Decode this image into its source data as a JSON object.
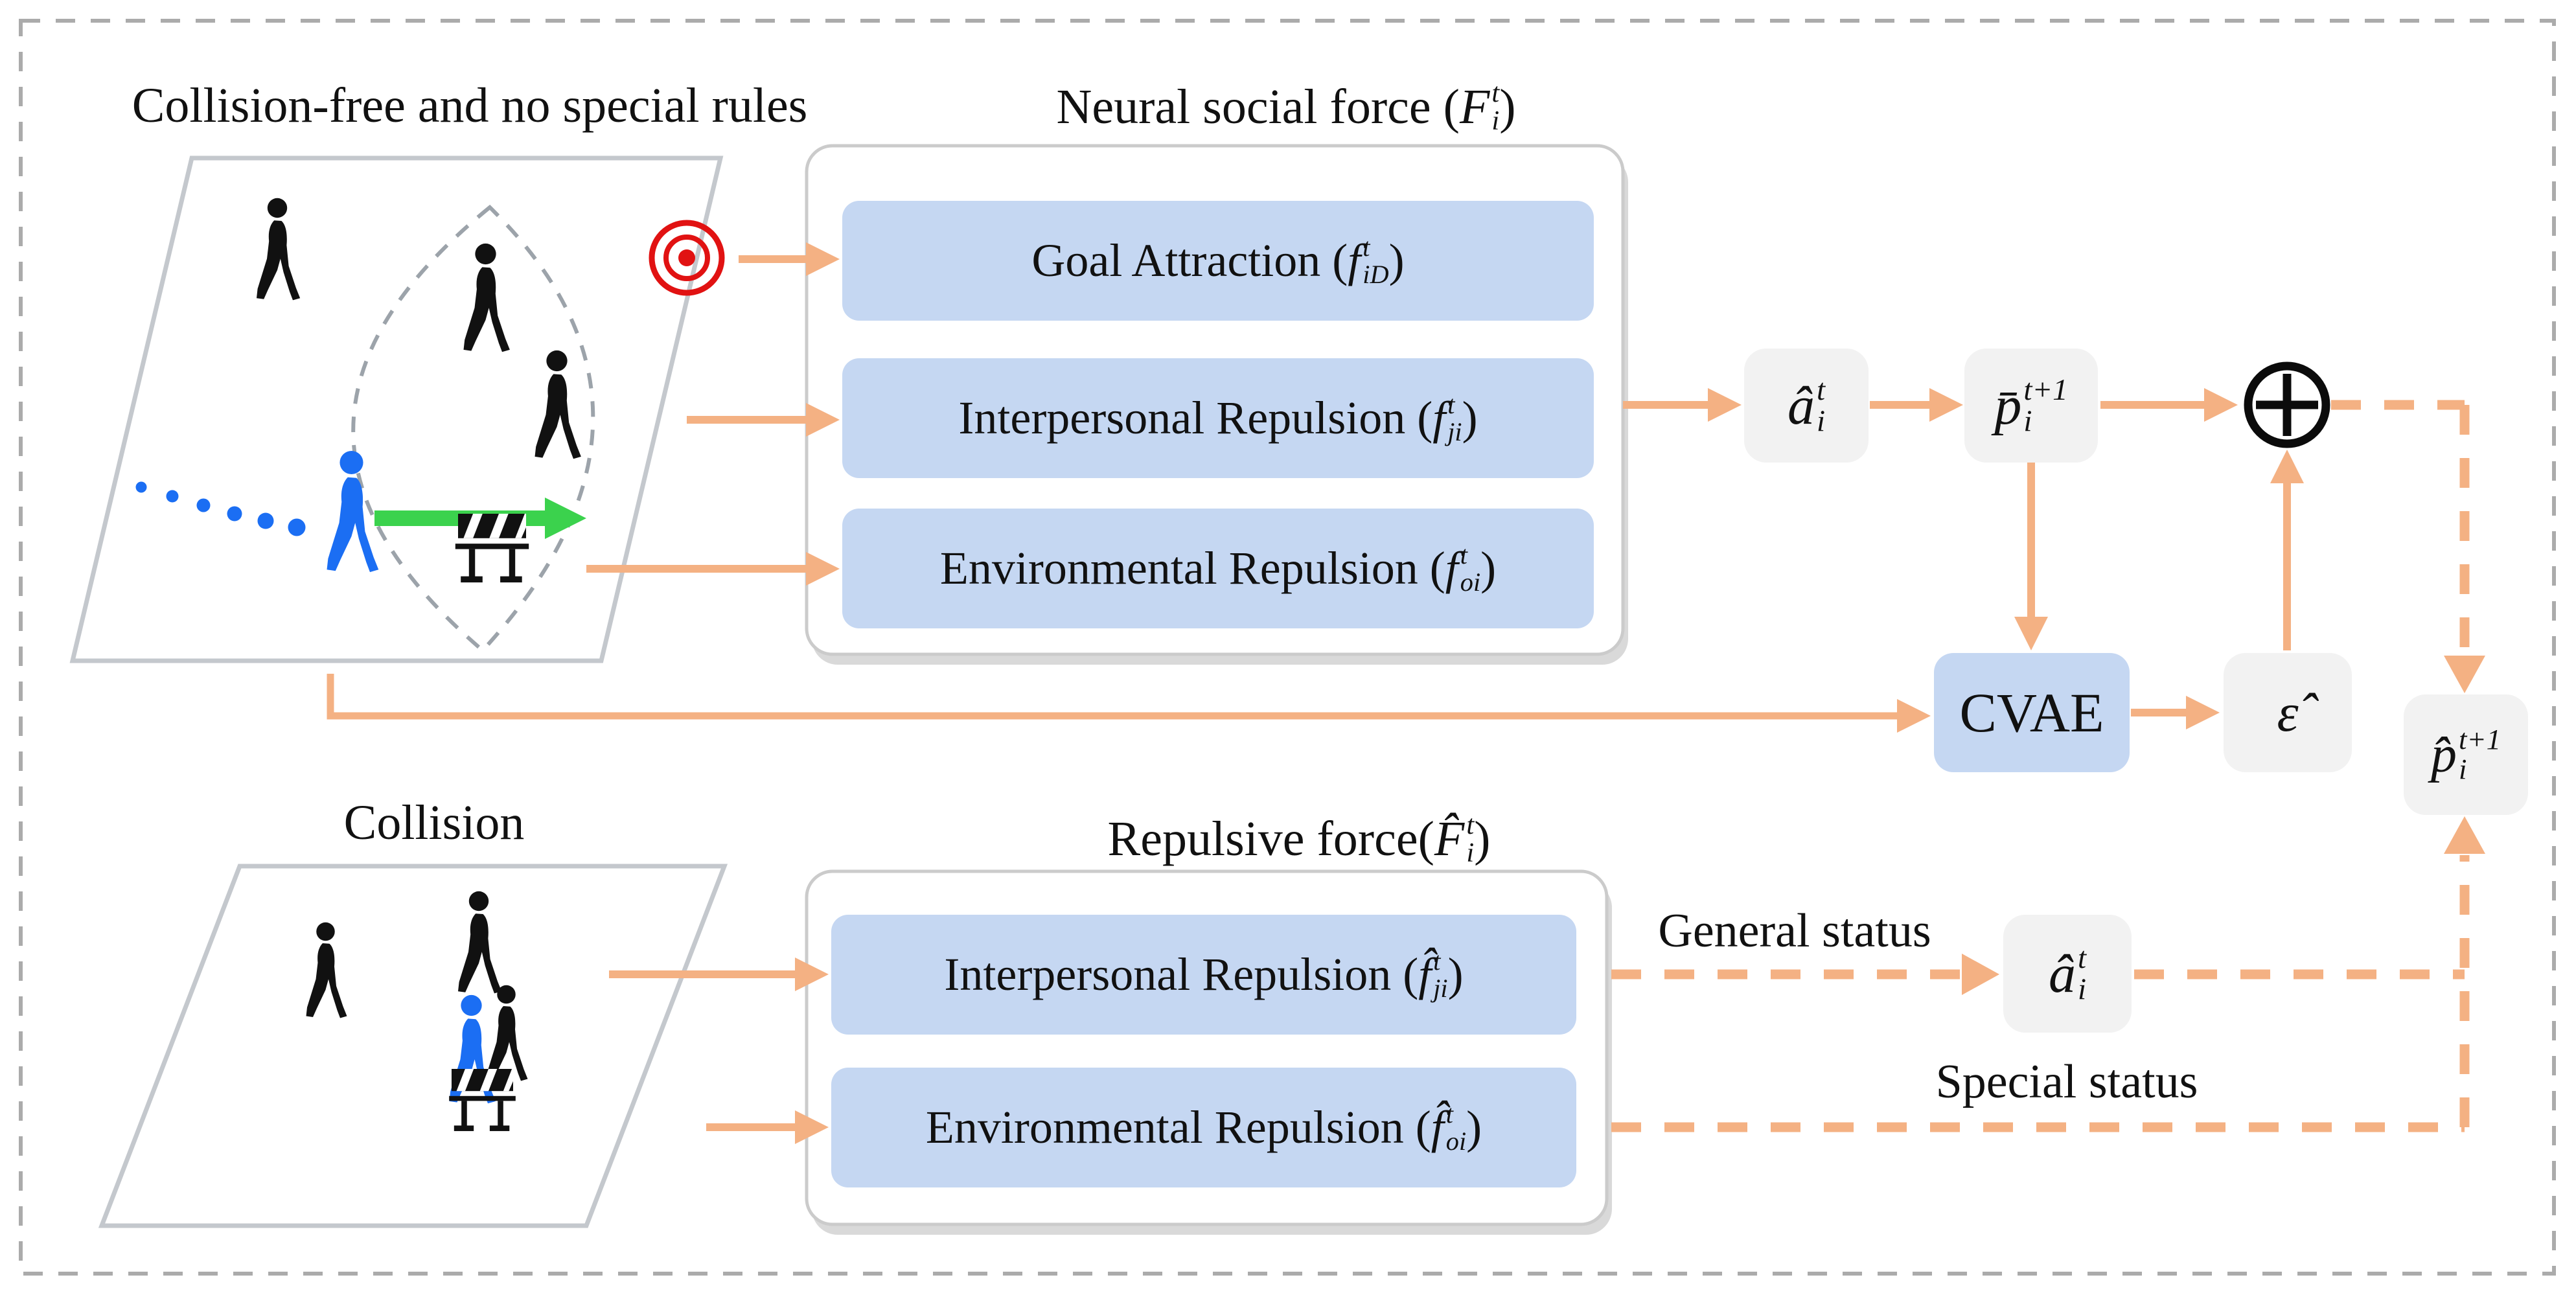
{
  "top": {
    "scene_label": "Collision-free and no special rules",
    "module": {
      "title": "Neural social force",
      "open": " (",
      "close": ")",
      "math": {
        "base": "F",
        "sup": "t",
        "sub": "i"
      },
      "forces": [
        {
          "label": "Goal Attraction",
          "open": " (",
          "close": ")",
          "math": {
            "base": "f",
            "sup": "t",
            "sub": "iD"
          }
        },
        {
          "label": "Interpersonal Repulsion",
          "open": " (",
          "close": ")",
          "math": {
            "base": "f",
            "sup": "t",
            "sub": "ji"
          }
        },
        {
          "label": "Environmental Repulsion",
          "open": " (",
          "close": ")",
          "math": {
            "base": "f",
            "sup": "t",
            "sub": "oi"
          }
        }
      ]
    },
    "nodes": {
      "a_hat": {
        "base": "â",
        "sup": "t",
        "sub": "i"
      },
      "p_bar": {
        "base": "p̄",
        "sup": "t+1",
        "sub": "i"
      },
      "cvae": "CVAE",
      "eps_hat": {
        "base": "ε̂"
      },
      "p_hat": {
        "base": "p̂",
        "sup": "t+1",
        "sub": "i"
      }
    }
  },
  "bottom": {
    "scene_label": "Collision",
    "module": {
      "title": "Repulsive force",
      "open": "(",
      "close": ")",
      "math": {
        "base": "F̂",
        "sup": "t",
        "sub": "i"
      },
      "forces": [
        {
          "label": "Interpersonal Repulsion",
          "open": " (",
          "close": ")",
          "math": {
            "base": "f̂",
            "sup": "t",
            "sub": "ji"
          }
        },
        {
          "label": "Environmental Repulsion",
          "open": " (",
          "close": ")",
          "math": {
            "base": "f̂",
            "sup": "t",
            "sub": "oi"
          }
        }
      ]
    },
    "labels": {
      "general_status": "General status",
      "special_status": "Special status"
    },
    "nodes": {
      "a_hat": {
        "base": "â",
        "sup": "t",
        "sub": "i"
      }
    }
  },
  "colors": {
    "accent_orange": "#F4B183",
    "box_blue": "#C5D7F2",
    "box_gray": "#F2F2F2",
    "agent_blue": "#1B6EF3",
    "goal_red": "#E11212",
    "velocity_green": "#3BD24D",
    "frame_gray": "#ABABAB"
  },
  "icons": {
    "pedestrian": "walking-person-icon",
    "agent": "agent-walking-person-icon",
    "goal": "goal-target-icon",
    "obstacle": "barrier-icon",
    "field_of_view": "fov-dashed-lens-icon",
    "velocity": "velocity-green-arrow-icon",
    "past_trajectory": "trajectory-blue-dots-icon",
    "sum": "circle-plus-sum-icon"
  }
}
